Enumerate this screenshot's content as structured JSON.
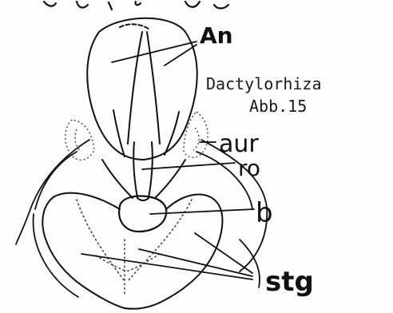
{
  "figure": {
    "caption_line1": "Dactylorhiza",
    "caption_line2": "Abb.15",
    "labels": {
      "anther": "An",
      "auricle": "aur",
      "rostellum": "ro",
      "bursicle": "b",
      "stigma": "stg"
    }
  },
  "colors": {
    "ink": "#111111",
    "paper": "#fdfdfd",
    "stipple": "#444444"
  }
}
